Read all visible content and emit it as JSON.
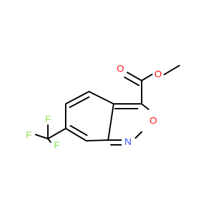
{
  "molecule": {
    "atoms": {
      "o_carbonyl": {
        "label": "O",
        "color": "#ff0d0d"
      },
      "o_ester": {
        "label": "O",
        "color": "#ff0d0d"
      },
      "o_ring": {
        "label": "O",
        "color": "#ff0d0d"
      },
      "n_ring": {
        "label": "N",
        "color": "#3050f8"
      },
      "f_top": {
        "label": "F",
        "color": "#90e050"
      },
      "f_left": {
        "label": "F",
        "color": "#90e050"
      },
      "f_bottom": {
        "label": "F",
        "color": "#90e050"
      }
    },
    "bond_color": "#000000"
  }
}
